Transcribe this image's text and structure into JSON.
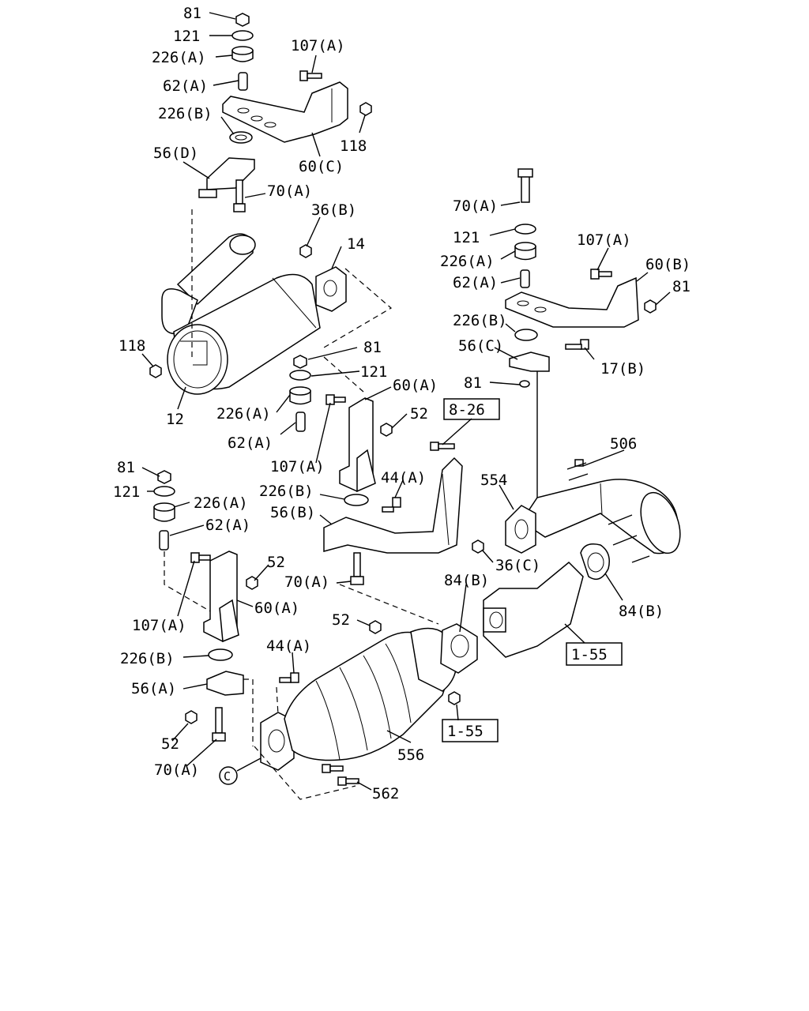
{
  "labels": {
    "l81_a": "81",
    "l121_a": "121",
    "l226A_a": "226(A)",
    "l62A_a": "62(A)",
    "l226B_a": "226(B)",
    "l107A_a": "107(A)",
    "l118_a": "118",
    "l60C": "60(C)",
    "l56D": "56(D)",
    "l70A_a": "70(A)",
    "l36B": "36(B)",
    "l14": "14",
    "l118_b": "118",
    "l12": "12",
    "l81_b": "81",
    "l121_b": "121",
    "l226A_b": "226(A)",
    "l62A_b": "62(A)",
    "l107A_b": "107(A)",
    "l60A_a": "60(A)",
    "l52_a": "52",
    "l70A_r": "70(A)",
    "l121_r": "121",
    "l226A_r": "226(A)",
    "l62A_r": "62(A)",
    "l107A_r": "107(A)",
    "l60B": "60(B)",
    "l81_r": "81",
    "l226B_r": "226(B)",
    "l56C": "56(C)",
    "l17B": "17(B)",
    "l81_c": "81",
    "l506": "506",
    "l554": "554",
    "l36C": "36(C)",
    "l84B_a": "84(B)",
    "l84B_b": "84(B)",
    "l81_l": "81",
    "l121_l": "121",
    "l226A_l": "226(A)",
    "l62A_l": "62(A)",
    "l44A_a": "44(A)",
    "l226B_b": "226(B)",
    "l56B": "56(B)",
    "l70A_b": "70(A)",
    "l52_b": "52",
    "l107A_l": "107(A)",
    "l60A_b": "60(A)",
    "l226B_l": "226(B)",
    "l56A": "56(A)",
    "l52_c": "52",
    "l70A_l": "70(A)",
    "l52_d": "52",
    "l44A_b": "44(A)",
    "l556": "556",
    "l562": "562",
    "lC": "C"
  },
  "refs": {
    "ref_8_26": "8-26",
    "ref_1_55_a": "1-55",
    "ref_1_55_b": "1-55"
  }
}
